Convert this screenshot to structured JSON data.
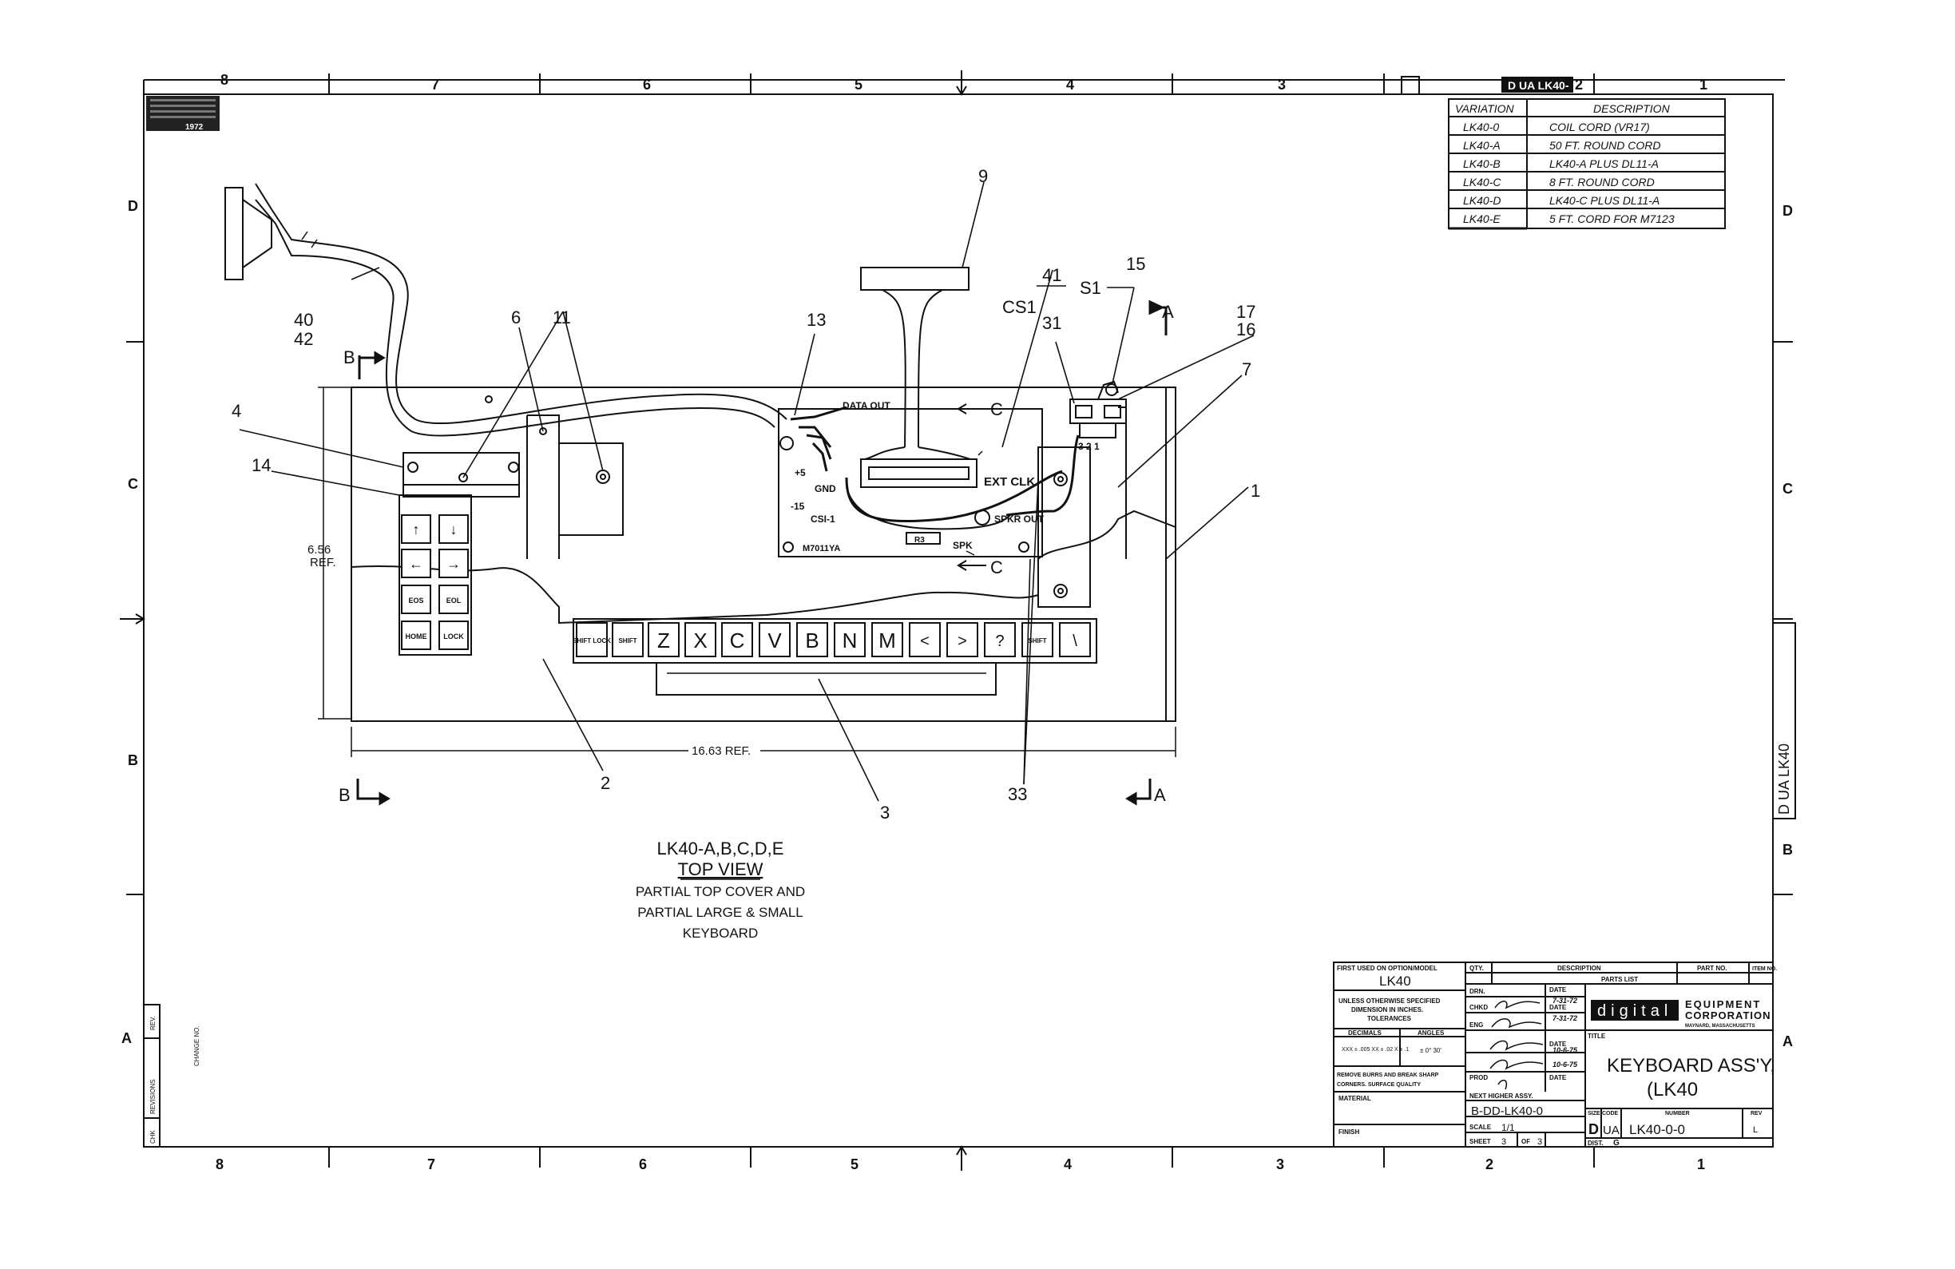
{
  "border": {
    "columns_top": [
      "8",
      "7",
      "6",
      "5",
      "4",
      "3",
      "2",
      "1"
    ],
    "columns_bottom": [
      "8",
      "7",
      "6",
      "5",
      "4",
      "3",
      "2",
      "1"
    ],
    "rows_left": [
      "D",
      "C",
      "B",
      "A"
    ],
    "rows_right": [
      "D",
      "C",
      "B",
      "A"
    ]
  },
  "copyright_year": "1972",
  "top_right_stamp": "D UA LK40-",
  "variation_table": {
    "headers": [
      "VARIATION",
      "DESCRIPTION"
    ],
    "rows": [
      [
        "LK40-0",
        "COIL CORD (VR17)"
      ],
      [
        "LK40-A",
        "50 FT. ROUND CORD"
      ],
      [
        "LK40-B",
        "LK40-A PLUS DL11-A"
      ],
      [
        "LK40-C",
        "8 FT. ROUND CORD"
      ],
      [
        "LK40-D",
        "LK40-C PLUS DL11-A"
      ],
      [
        "LK40-E",
        "5 FT. CORD FOR M7123"
      ]
    ]
  },
  "callouts": {
    "c1": "1",
    "c2": "2",
    "c3": "3",
    "c4": "4",
    "c6": "6",
    "c7": "7",
    "c9": "9",
    "c11": "11",
    "c13": "13",
    "c14": "14",
    "c15": "15",
    "c16": "16",
    "c17": "17",
    "c31": "31",
    "c33": "33",
    "c40": "40",
    "c41": "41",
    "c42": "42",
    "cs1": "CS1",
    "s1": "S1",
    "sec_a": "A",
    "sec_b": "B",
    "sec_c": "C"
  },
  "board_labels": {
    "data_out": "DATA OUT",
    "p5": "+5",
    "gnd": "GND",
    "m15": "-15",
    "csi": "CSI-1",
    "ext_clk": "EXT CLK",
    "spkr_out": "SPKR OUT",
    "spk": "SPK",
    "r3": "R3",
    "m7011ya": "M7011YA",
    "pins": "3 2 1"
  },
  "dimensions": {
    "height": "6.56",
    "height_ref": "REF.",
    "width": "16.63 REF."
  },
  "keys": {
    "small": [
      "↑",
      "↓",
      "←",
      "→",
      "EOS",
      "EOL",
      "HOME",
      "LOCK"
    ],
    "row": [
      "SHIFT LOCK",
      "SHIFT",
      "Z",
      "X",
      "C",
      "V",
      "B",
      "N",
      "M",
      "<",
      ">",
      "?",
      "SHIFT",
      "\\"
    ]
  },
  "view_title": {
    "line1": "LK40-A,B,C,D,E",
    "line2": "TOP VIEW",
    "line3": "PARTIAL TOP COVER AND",
    "line4": "PARTIAL LARGE & SMALL",
    "line5": "KEYBOARD"
  },
  "title_block": {
    "first_used_label": "FIRST USED ON OPTION/MODEL",
    "first_used_value": "LK40",
    "qty": "QTY.",
    "description": "DESCRIPTION",
    "part_no": "PART NO.",
    "item_no": "ITEM NO.",
    "parts_list": "PARTS LIST",
    "unless": "UNLESS OTHERWISE SPECIFIED",
    "dim_inches": "DIMENSION IN INCHES.",
    "tolerances": "TOLERANCES",
    "decimals": "DECIMALS",
    "angles": "ANGLES",
    "tol_values": "XXX ± .005  XX ± .02  X ± .1",
    "angle_value": "± 0° 30'",
    "remove_burrs": "REMOVE BURRS AND BREAK SHARP",
    "corners": "CORNERS. SURFACE QUALITY",
    "material": "MATERIAL",
    "finish": "FINISH",
    "drn": "DRN.",
    "chkd": "CHKD",
    "eng": "ENG",
    "prod": "PROD",
    "date": "DATE",
    "d1": "7-31-72",
    "d2": "7-31-72",
    "d3": "10-6-75",
    "d4": "10-6-75",
    "company_logo": "digital",
    "company1": "EQUIPMENT",
    "company2": "CORPORATION",
    "company3": "MAYNARD, MASSACHUSETTS",
    "title_label": "TITLE",
    "title1": "KEYBOARD ASS'Y,",
    "title2": "(LK40",
    "next_higher": "NEXT HIGHER ASSY.",
    "next_value": "B-DD-LK40-0",
    "scale": "SCALE",
    "scale_value": "1/1",
    "sheet": "SHEET",
    "sheet_value": "3",
    "of": "OF",
    "of_value": "3",
    "size": "SIZE",
    "code": "CODE",
    "number": "NUMBER",
    "rev": "REV",
    "size_value": "D",
    "code_value": "UA",
    "number_value": "LK40-0-0",
    "rev_value": "L",
    "dist": "DIST.",
    "dist_value": "G"
  },
  "side_stamp": "D UA LK40",
  "rev_block": {
    "revisions": "REVISIONS",
    "change_no": "CHANGE NO.",
    "rev": "REV.",
    "chk": "CHK"
  }
}
